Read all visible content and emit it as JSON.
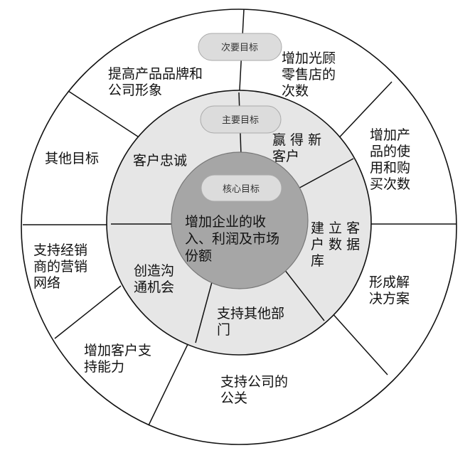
{
  "tiers": {
    "secondary": "次要目标",
    "primary": "主要目标",
    "core": "核心目标"
  },
  "core_goal": [
    "增加企业的收",
    "入、利润及市场",
    "份额"
  ],
  "primary_goals": [
    {
      "id": "win-new-customers",
      "lines": [
        "赢 得 新",
        "客户"
      ]
    },
    {
      "id": "build-customer-database",
      "lines": [
        "建 立 客",
        "户 数 据",
        "库"
      ]
    },
    {
      "id": "support-other-departments",
      "lines": [
        "支持其他部",
        "门"
      ]
    },
    {
      "id": "create-communication-opportunities",
      "lines": [
        "创造沟",
        "通机会"
      ]
    },
    {
      "id": "customer-loyalty",
      "lines": [
        "客户忠诚"
      ]
    }
  ],
  "secondary_goals": [
    {
      "id": "increase-store-visits",
      "lines": [
        "增加光顾",
        "零售店的",
        "次数"
      ]
    },
    {
      "id": "increase-product-usage",
      "lines": [
        "增加产",
        "品的使",
        "用和购",
        "买次数"
      ]
    },
    {
      "id": "form-solutions",
      "lines": [
        "形成解",
        "决方案"
      ]
    },
    {
      "id": "support-public-relations",
      "lines": [
        "支持公司的",
        "公关"
      ]
    },
    {
      "id": "increase-customer-support",
      "lines": [
        "增加客户支",
        "持能力"
      ]
    },
    {
      "id": "support-distributor-network",
      "lines": [
        "支持经销",
        "商的营销",
        "网络"
      ]
    },
    {
      "id": "other-goals",
      "lines": [
        "其他目标"
      ]
    },
    {
      "id": "improve-brand-image",
      "lines": [
        "提高产品品牌和",
        "公司形象"
      ]
    }
  ],
  "colors": {
    "outer_fill": "#ffffff",
    "middle_fill": "#e6e6e6",
    "inner_fill": "#a6a6a6",
    "pill_fill": "#dcdcdc",
    "line": "#111111"
  }
}
